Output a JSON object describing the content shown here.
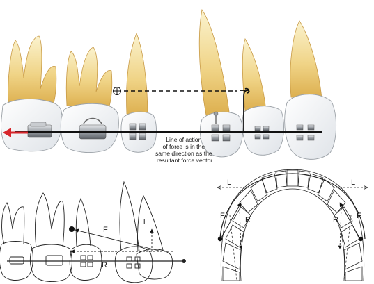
{
  "top_panel": {
    "annotation_lines": [
      "Line of action",
      "of force is in the",
      "same direction as the",
      "resultant force vector"
    ]
  },
  "bottom_left_panel": {
    "labels": {
      "force": "F",
      "resultant": "R",
      "moment_arm": "l"
    }
  },
  "bottom_right_panel": {
    "labels": {
      "left_top": "L",
      "right_top": "L",
      "left_f": "F",
      "right_f": "F",
      "left_r": "R",
      "right_r": "R"
    }
  },
  "colors": {
    "crown": "#f2f4f6",
    "root_light": "#fbf0c4",
    "root_dark": "#e3b95c",
    "metal": "#8f9399",
    "arrow_red": "#d7262b",
    "line": "#111111"
  }
}
